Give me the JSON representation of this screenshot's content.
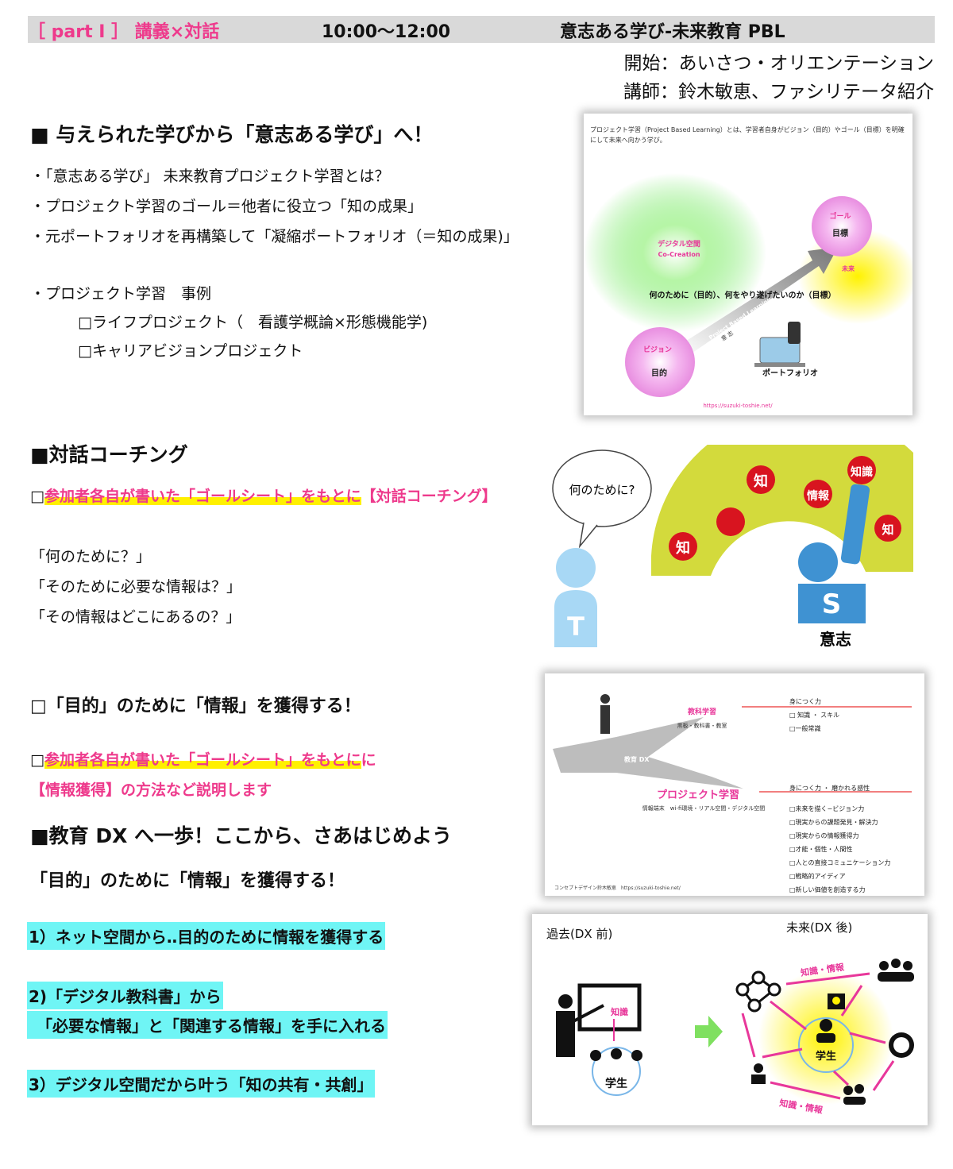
{
  "header": {
    "part": "［ part I ］ 講義×対話",
    "time": "10:00〜12:00",
    "title": "意志ある学び-未来教育 PBL"
  },
  "subheader": {
    "line1": "開始：あいさつ・オリエンテーション",
    "line2": "講師：鈴木敏恵、ファシリテータ紹介"
  },
  "section1": {
    "heading": "■  与えられた学びから「意志ある学び」へ！",
    "bullets": [
      "・「意志ある学び」 未来教育プロジェクト学習とは？",
      "・プロジェクト学習のゴール＝他者に役立つ「知の成果」",
      "・元ポートフォリオを再構築して「凝縮ポートフォリオ（＝知の成果)」"
    ],
    "example_title": "・プロジェクト学習　事例",
    "examples": [
      "□ライフプロジェクト（　看護学概論×形態機能学)",
      "□キャリアビジョンプロジェクト"
    ]
  },
  "figure1": {
    "caption": "プロジェクト学習（Project Based Learning）とは、学習者自身がビジョン（目的）やゴール（目標）を明確にして未来へ向かう学び。",
    "digital_space": "デジタル空間",
    "co_creation": "Co-Creation",
    "goal_label": "ゴール",
    "goal_sub": "目標",
    "future": "未来",
    "center_text": "何のために（目的）、何をやり遂げたいのか（目標）",
    "arrow_text": "Project Based Learning",
    "will": "意 志",
    "vision_label": "ビジョン",
    "vision_sub": "目的",
    "portfolio": "ポートフォリオ",
    "url": "https://suzuki-toshie.net/"
  },
  "section2": {
    "heading": "■対話コーチング",
    "line_prefix": "□",
    "line_highlight": "参加者各自が書いた「ゴールシート」をもとに",
    "line_suffix": "【対話コーチング】",
    "questions": [
      "「何のために？」",
      "「そのために必要な情報は？」",
      "「その情報はどこにあるの？」"
    ]
  },
  "figure2": {
    "bubble": "何のために?",
    "teacher": "T",
    "student": "S",
    "will": "意志",
    "apples": [
      "知",
      "",
      "知",
      "情報",
      "知識",
      "知"
    ]
  },
  "section3": {
    "heading": "□「目的」のために「情報」を獲得する！",
    "line_prefix": "□",
    "line_highlight": "参加者各自が書いた「ゴールシート」をもとに",
    "line_tail": "に",
    "line2": "【情報獲得】の方法など説明します"
  },
  "figure3": {
    "textbook": "教科学習",
    "textbook_sub": "黒板・教科書・教室",
    "dx": "教育 DX",
    "project": "プロジェクト学習",
    "project_sub": "情報端末　wi-fi環境・リアル空間・デジタル空間",
    "list1_title": "身につく力",
    "list1": [
      "□ 知識 ・ スキル",
      "□一般常識"
    ],
    "list2_title": "身につく力 ・ 磨かれる感性",
    "list2": [
      "□未来を描く−ビジョン力",
      "□現実からの課題発見・解決力",
      "□現実からの情報獲得力",
      "□才能・個性・人間性",
      "□人との直接コミュニケーション力",
      "□戦略的アイディア",
      "□新しい価値を創造する力"
    ],
    "credit": "コンセプトデザイン鈴木敏恵　https://suzuki-toshie.net/"
  },
  "section4": {
    "heading": "■教育 DX へ一歩！ここから、さあはじめよう",
    "subheading": "「目的」のために「情報」を獲得する！",
    "items": [
      "1）ネット空間から‥目的のために情報を獲得する",
      "2)「デジタル教科書」から",
      "　「必要な情報」と「関連する情報」を手に入れる",
      "3）デジタル空間だから叶う「知の共有・共創」"
    ]
  },
  "figure4": {
    "past": "過去(DX 前)",
    "future": "未来(DX 後)",
    "knowledge": "知識",
    "student": "学生",
    "ki_top": "知識・情報",
    "ki_bottom": "知識・情報"
  }
}
